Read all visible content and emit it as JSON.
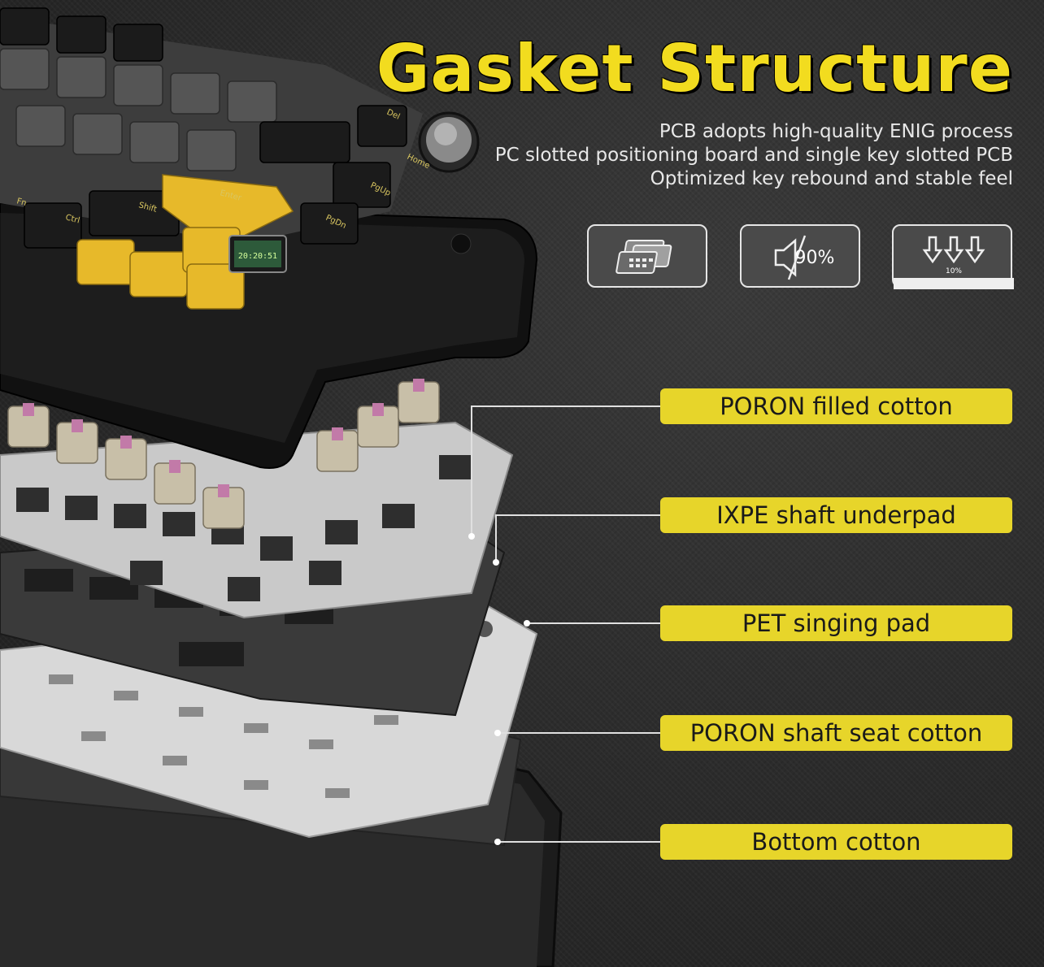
{
  "title": "Gasket Structure",
  "description": [
    "PCB adopts high-quality ENIG process",
    "PC slotted positioning board and single key slotted PCB",
    "Optimized key rebound and stable feel"
  ],
  "features": [
    {
      "icon": "plate-layers-icon"
    },
    {
      "icon": "muted-speaker-icon",
      "value": "90%"
    },
    {
      "icon": "rebound-arrows-icon",
      "value": "10%"
    }
  ],
  "callouts": [
    "PORON filled cotton",
    "IXPE shaft underpad",
    "PET singing pad",
    "PORON shaft seat cotton",
    "Bottom cotton"
  ],
  "keyboard": {
    "screen_time": "20:20:51",
    "keys": [
      "Enter",
      "Shift",
      "Ctrl",
      "Del",
      "Home",
      "PgUp",
      "PgDn",
      "Fn"
    ]
  },
  "colors": {
    "accent": "#e7d52a",
    "title": "#f2dc1f",
    "background": "#2c2c2c",
    "switch_stem": "#c27aa8"
  }
}
